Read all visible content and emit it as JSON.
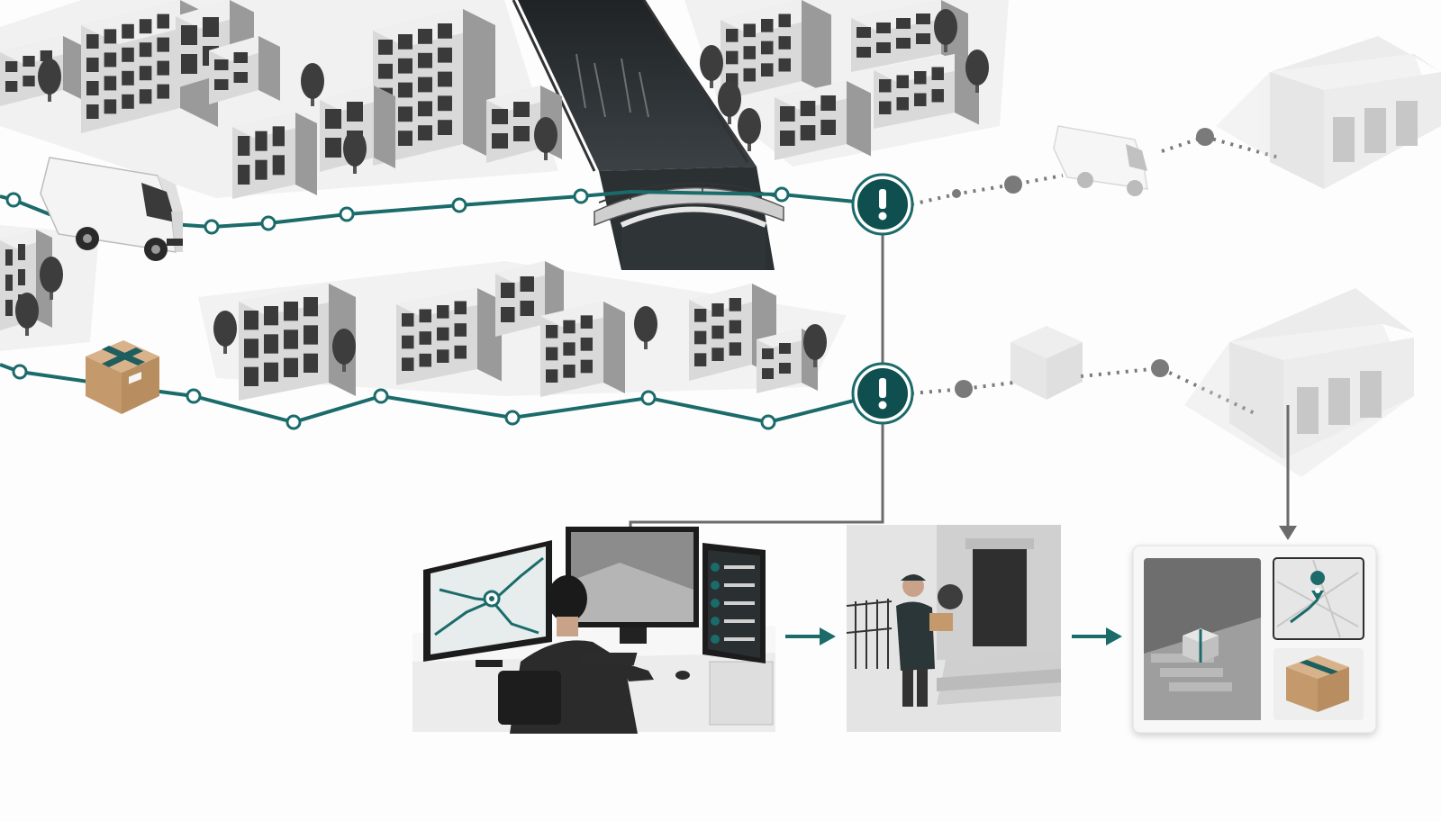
{
  "colors": {
    "accent": "#1b6b6b",
    "accent_dark": "#0f4f4f",
    "connector": "#6b6b6b",
    "dotted": "#7a7a7a",
    "ground": "#f2f2f2",
    "building": "#d6d6d6",
    "canal": "#2e3336",
    "parcel": "#c9a27a"
  },
  "icons": {
    "alert": "exclamation-alert-icon",
    "flow_arrow": "arrow-right-icon",
    "down_arrow": "arrow-down-icon",
    "map_pin": "map-pin-icon"
  },
  "routes": [
    {
      "name": "van-route",
      "status": "alert",
      "vehicle": "delivery-van"
    },
    {
      "name": "parcel-route",
      "status": "alert",
      "vehicle": "parcel"
    }
  ],
  "workflow": [
    {
      "step": "monitoring-desk"
    },
    {
      "step": "courier-doorstep"
    },
    {
      "step": "delivery-proof"
    }
  ]
}
